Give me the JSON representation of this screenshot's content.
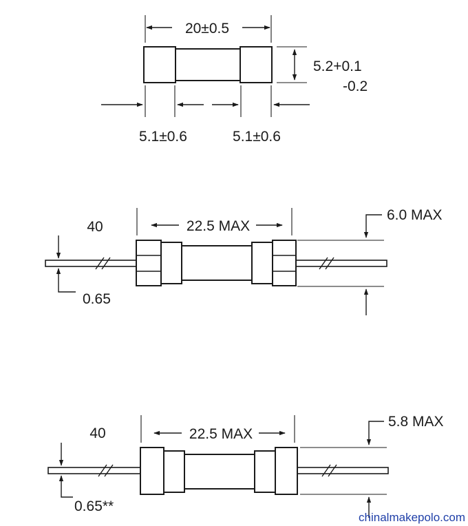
{
  "fig1": {
    "length": "20±0.5",
    "dia_main": "5.2+0.1",
    "dia_tol": "-0.2",
    "cap_left": "5.1±0.6",
    "cap_right": "5.1±0.6"
  },
  "fig2": {
    "lead_len": "40",
    "body_len": "22.5 MAX",
    "dia": "6.0 MAX",
    "lead_dia": "0.65"
  },
  "fig3": {
    "lead_len": "40",
    "body_len": "22.5 MAX",
    "dia": "5.8 MAX",
    "lead_dia": "0.65**"
  },
  "watermark": "chinalmakepolo.com"
}
